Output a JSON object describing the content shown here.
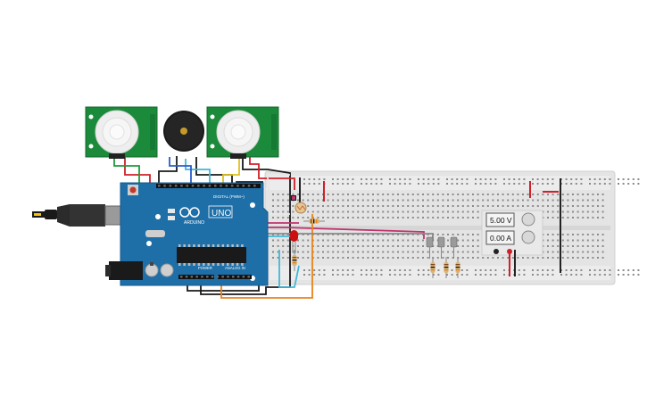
{
  "canvas": {
    "background": "#ffffff"
  },
  "arduino": {
    "model": "UNO",
    "brand": "ARDUINO",
    "header_digital": "DIGITAL (PWM~)",
    "header_power": "POWER",
    "header_analog": "ANALOG IN",
    "board_color": "#1e6fa8"
  },
  "power_supply": {
    "voltage": "5.00 V",
    "current": "0.00 A"
  },
  "pir_sensors": [
    {
      "id": "pir-left",
      "color": "#1b8a3a"
    },
    {
      "id": "pir-right",
      "color": "#1b8a3a"
    }
  ],
  "breadboard": {
    "color": "#e4e4e4",
    "rail_red": "#d0202a",
    "rail_black": "#222222"
  },
  "wire_colors": {
    "red": "#d0202a",
    "black": "#1a1a1a",
    "orange": "#e8821a",
    "cyan": "#3fb8d8",
    "magenta": "#c0336d",
    "green": "#1f9a3a",
    "blue": "#2a5bd0",
    "gray": "#888888",
    "white": "#e8e8e8",
    "yellow": "#e0c020"
  },
  "components": {
    "led_color": "#cc1111",
    "buzzer_color": "#1a1a1a"
  }
}
